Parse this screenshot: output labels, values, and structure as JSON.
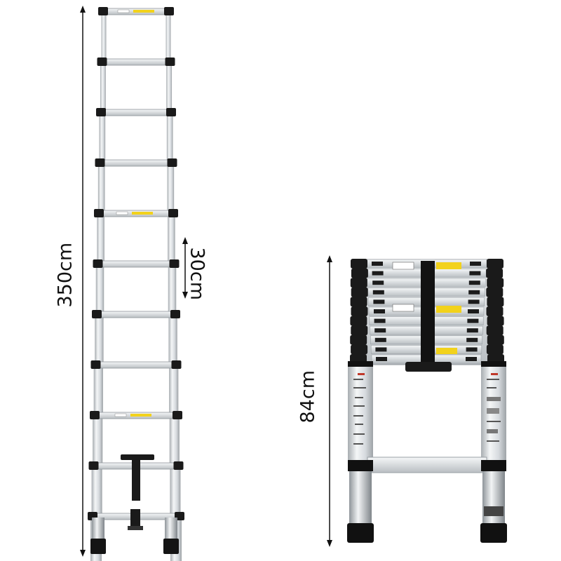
{
  "dimensions": {
    "total_height": "350cm",
    "step_spacing": "30cm",
    "folded_height": "84cm"
  },
  "product": {
    "rung_count": 11,
    "folded_section_count": 11
  },
  "colors": {
    "aluminum": "#e3e6e8",
    "aluminum_dark": "#b9bec2",
    "black_part": "#1a1a1a",
    "label_yellow": "#f2d21b",
    "line": "#111111"
  }
}
